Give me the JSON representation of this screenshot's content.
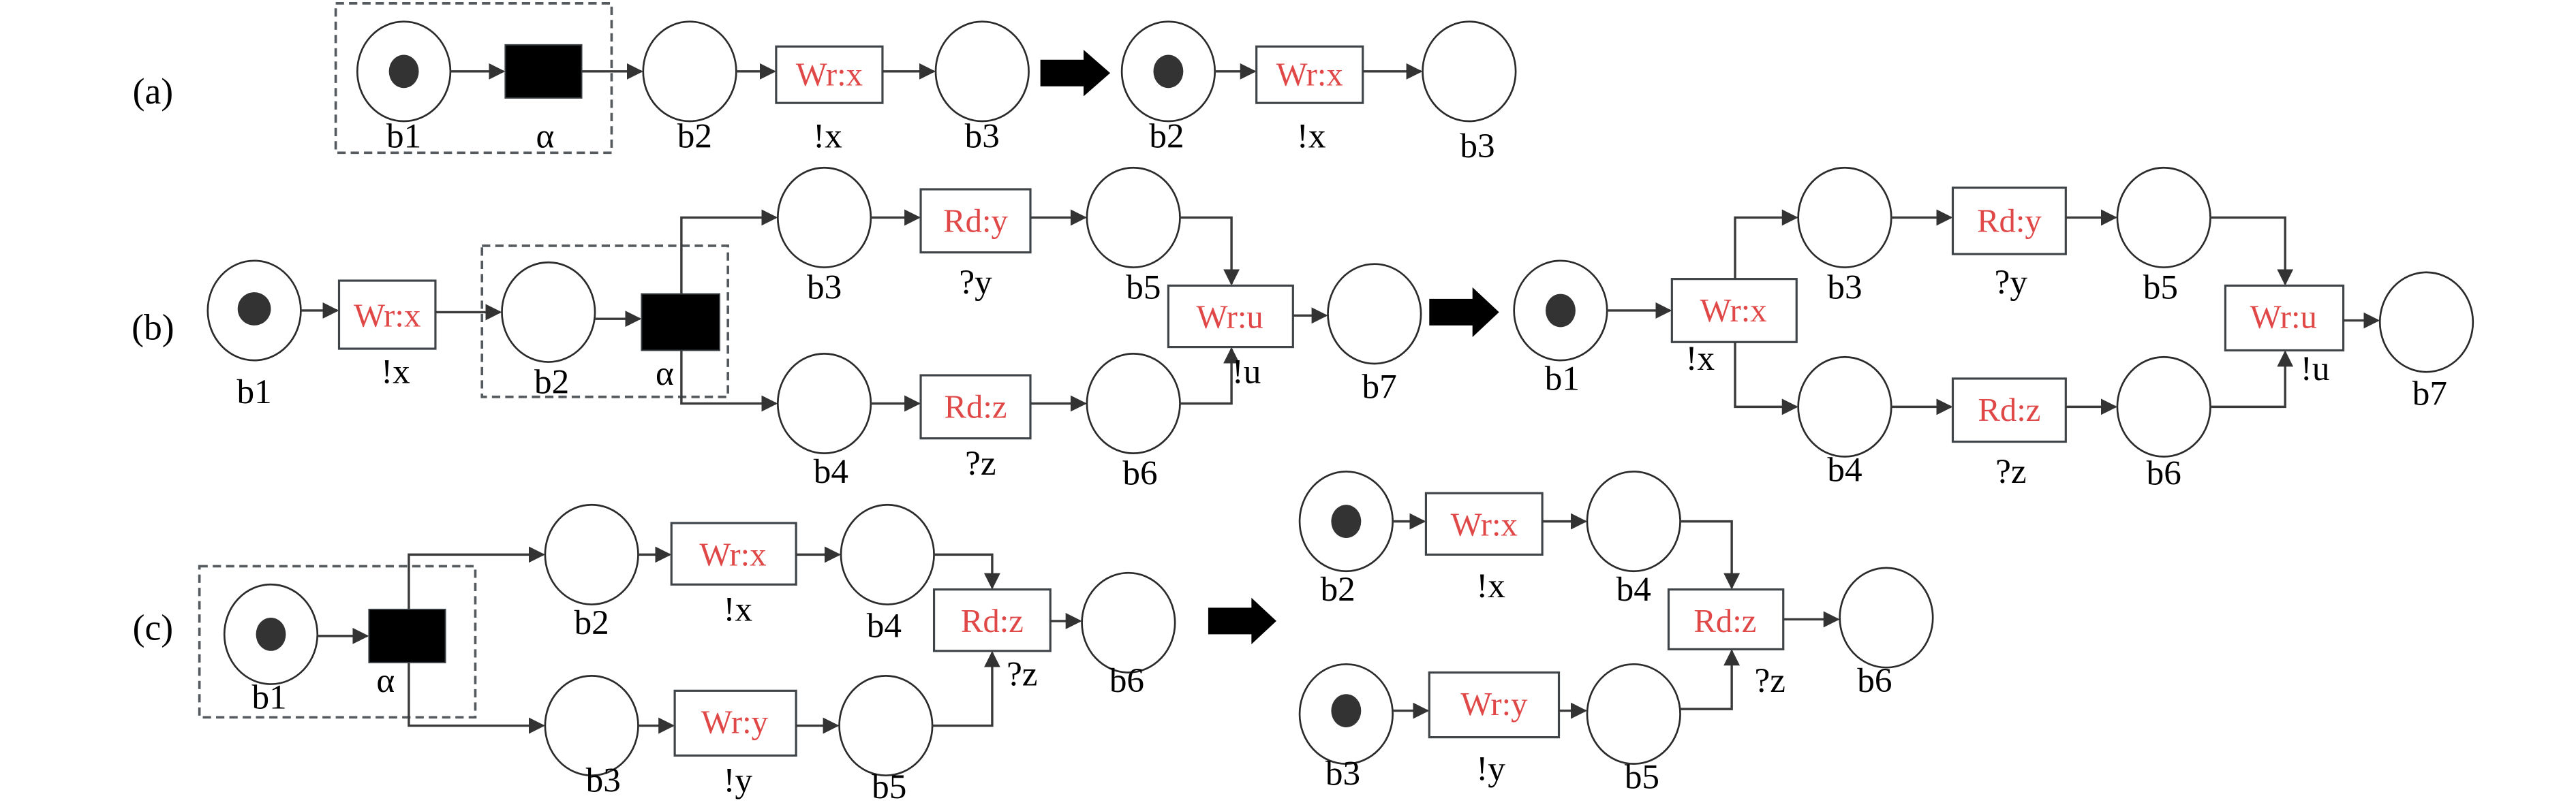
{
  "figure": {
    "parts": [
      {
        "label": "(a)",
        "before": {
          "places": [
            "b1",
            "b2",
            "b3"
          ],
          "silent_transition": "α",
          "transitions": [
            {
              "op": "Wr:x",
              "action": "!x"
            }
          ],
          "marked": [
            "b1"
          ],
          "reduced_region": [
            "b1",
            "α"
          ]
        },
        "after": {
          "places": [
            "b2",
            "b3"
          ],
          "transitions": [
            {
              "op": "Wr:x",
              "action": "!x"
            }
          ],
          "marked": [
            "b2"
          ]
        }
      },
      {
        "label": "(b)",
        "before": {
          "places": [
            "b1",
            "b2",
            "b3",
            "b4",
            "b5",
            "b6",
            "b7"
          ],
          "silent_transition": "α",
          "transitions": [
            {
              "op": "Wr:x",
              "action": "!x"
            },
            {
              "op": "Rd:y",
              "action": "?y"
            },
            {
              "op": "Rd:z",
              "action": "?z"
            },
            {
              "op": "Wr:u",
              "action": "!u"
            }
          ],
          "marked": [
            "b1"
          ],
          "reduced_region": [
            "b2",
            "α"
          ]
        },
        "after": {
          "places": [
            "b1",
            "b3",
            "b4",
            "b5",
            "b6",
            "b7"
          ],
          "transitions": [
            {
              "op": "Wr:x",
              "action": "!x"
            },
            {
              "op": "Rd:y",
              "action": "?y"
            },
            {
              "op": "Rd:z",
              "action": "?z"
            },
            {
              "op": "Wr:u",
              "action": "!u"
            }
          ],
          "marked": [
            "b1"
          ]
        }
      },
      {
        "label": "(c)",
        "before": {
          "places": [
            "b1",
            "b2",
            "b3",
            "b4",
            "b5",
            "b6"
          ],
          "silent_transition": "α",
          "transitions": [
            {
              "op": "Wr:x",
              "action": "!x"
            },
            {
              "op": "Wr:y",
              "action": "!y"
            },
            {
              "op": "Rd:z",
              "action": "?z"
            }
          ],
          "marked": [
            "b1"
          ],
          "reduced_region": [
            "b1",
            "α"
          ]
        },
        "after": {
          "places": [
            "b2",
            "b3",
            "b4",
            "b5",
            "b6"
          ],
          "transitions": [
            {
              "op": "Wr:x",
              "action": "!x"
            },
            {
              "op": "Wr:y",
              "action": "!y"
            },
            {
              "op": "Rd:z",
              "action": "?z"
            }
          ],
          "marked": [
            "b2",
            "b3"
          ]
        }
      }
    ],
    "colors": {
      "operation_text": "#e04848",
      "token": "#333333",
      "silent_transition": "#000000"
    }
  }
}
